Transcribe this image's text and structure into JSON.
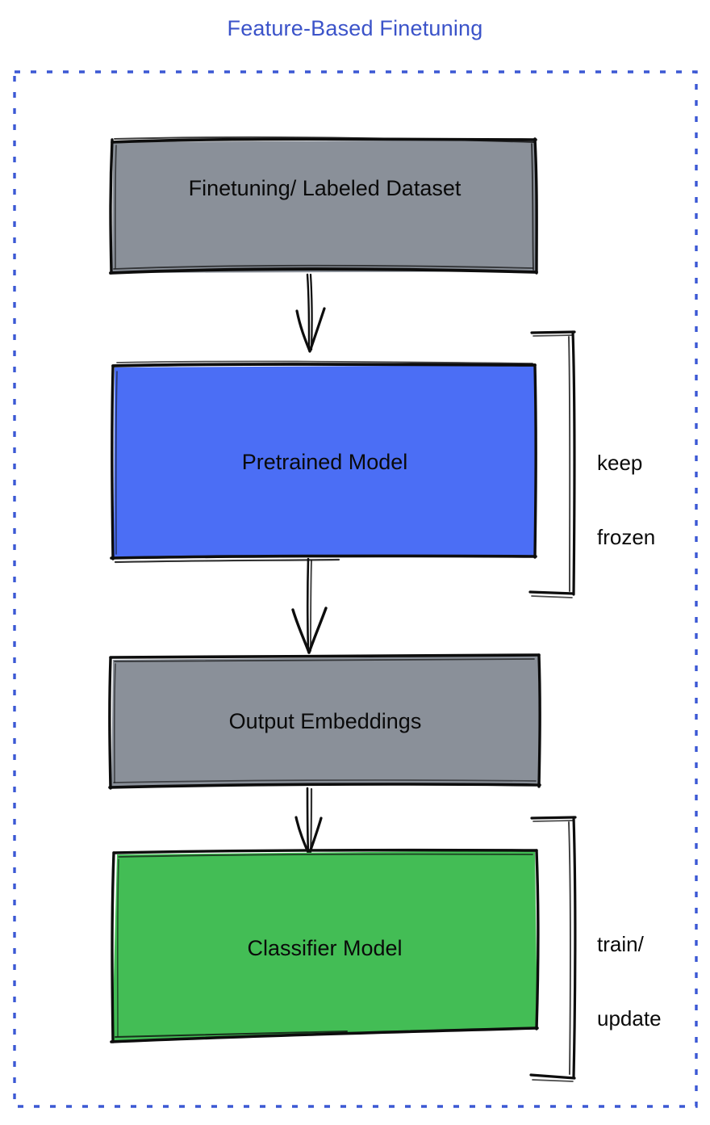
{
  "title": "Feature-Based Finetuning",
  "colors": {
    "title": "#3b53c9",
    "dashed_border": "#3b58d4",
    "gray_box": "#8a9099",
    "blue_box": "#4b6ef5",
    "green_box": "#43bd55",
    "stroke": "#0d0d0d",
    "text": "#0a0a0a",
    "background": "#ffffff"
  },
  "nodes": [
    {
      "id": "dataset",
      "label": "Finetuning/ Labeled Dataset",
      "fill": "#8a9099",
      "shape": "sketchy-rectangle"
    },
    {
      "id": "pretrained",
      "label": "Pretrained Model",
      "fill": "#4b6ef5",
      "shape": "sketchy-rectangle"
    },
    {
      "id": "embeddings",
      "label": "Output Embeddings",
      "fill": "#8a9099",
      "shape": "sketchy-rectangle"
    },
    {
      "id": "classifier",
      "label": "Classifier Model",
      "fill": "#43bd55",
      "shape": "sketchy-rectangle"
    }
  ],
  "edges": [
    {
      "from": "dataset",
      "to": "pretrained",
      "style": "sketchy-arrow"
    },
    {
      "from": "pretrained",
      "to": "embeddings",
      "style": "sketchy-arrow"
    },
    {
      "from": "embeddings",
      "to": "classifier",
      "style": "sketchy-arrow"
    }
  ],
  "annotations": [
    {
      "id": "keep-frozen",
      "target": "pretrained",
      "line1": "keep",
      "line2": "frozen",
      "bracket": "right-square-bracket"
    },
    {
      "id": "train-update",
      "target": "classifier",
      "line1": "train/",
      "line2": "update",
      "bracket": "right-square-bracket"
    }
  ],
  "frame": {
    "style": "dashed",
    "color": "#3b58d4"
  }
}
